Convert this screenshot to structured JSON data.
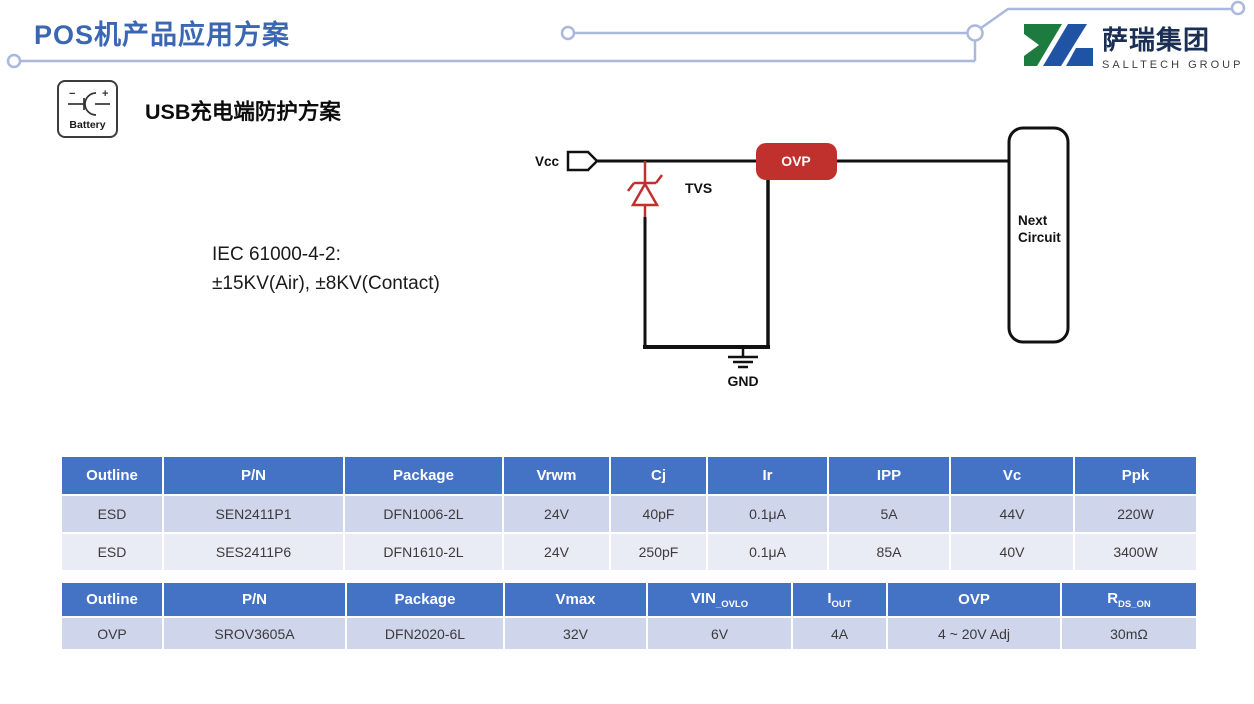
{
  "header": {
    "title": "POS机产品应用方案",
    "logo": {
      "cn": "萨瑞集团",
      "en": "SALLTECH GROUP"
    }
  },
  "section": {
    "battery_label": "Battery",
    "heading_prefix": "USB",
    "heading_cn": "充电端防护方案"
  },
  "note": {
    "line1": "IEC 61000-4-2:",
    "line2": "±15KV(Air), ±8KV(Contact)"
  },
  "circuit": {
    "vcc_label": "Vcc",
    "tvs_label": "TVS",
    "ovp_label": "OVP",
    "gnd_label": "GND",
    "next_line1": "Next",
    "next_line2": "Circuit"
  },
  "colors": {
    "title_blue": "#3a66b2",
    "table_header_blue": "#4472c4",
    "row_odd": "#cfd5ea",
    "row_even": "#e9ebf5",
    "accent_red": "#c0302c",
    "deco_line": "#a9b8dc",
    "logo_green": "#1e7b3f",
    "logo_blue": "#2053a4"
  },
  "esd_table": {
    "headers": [
      "Outline",
      "P/N",
      "Package",
      "Vrwm",
      "Cj",
      "Ir",
      "IPP",
      "Vc",
      "Ppk"
    ],
    "rows": [
      [
        "ESD",
        "SEN2411P1",
        "DFN1006-2L",
        "24V",
        "40pF",
        "0.1μA",
        "5A",
        "44V",
        "220W"
      ],
      [
        "ESD",
        "SES2411P6",
        "DFN1610-2L",
        "24V",
        "250pF",
        "0.1μA",
        "85A",
        "40V",
        "3400W"
      ]
    ]
  },
  "ovp_table": {
    "headers": [
      {
        "base": "Outline",
        "sub": ""
      },
      {
        "base": "P/N",
        "sub": ""
      },
      {
        "base": "Package",
        "sub": ""
      },
      {
        "base": "Vmax",
        "sub": ""
      },
      {
        "base": "VIN",
        "sub": "_OVLO"
      },
      {
        "base": "I",
        "sub": "OUT"
      },
      {
        "base": "OVP",
        "sub": ""
      },
      {
        "base": "R",
        "sub": "DS_ON"
      }
    ],
    "rows": [
      [
        "OVP",
        "SROV3605A",
        "DFN2020-6L",
        "32V",
        "6V",
        "4A",
        "4 ~ 20V Adj",
        "30mΩ"
      ]
    ]
  }
}
